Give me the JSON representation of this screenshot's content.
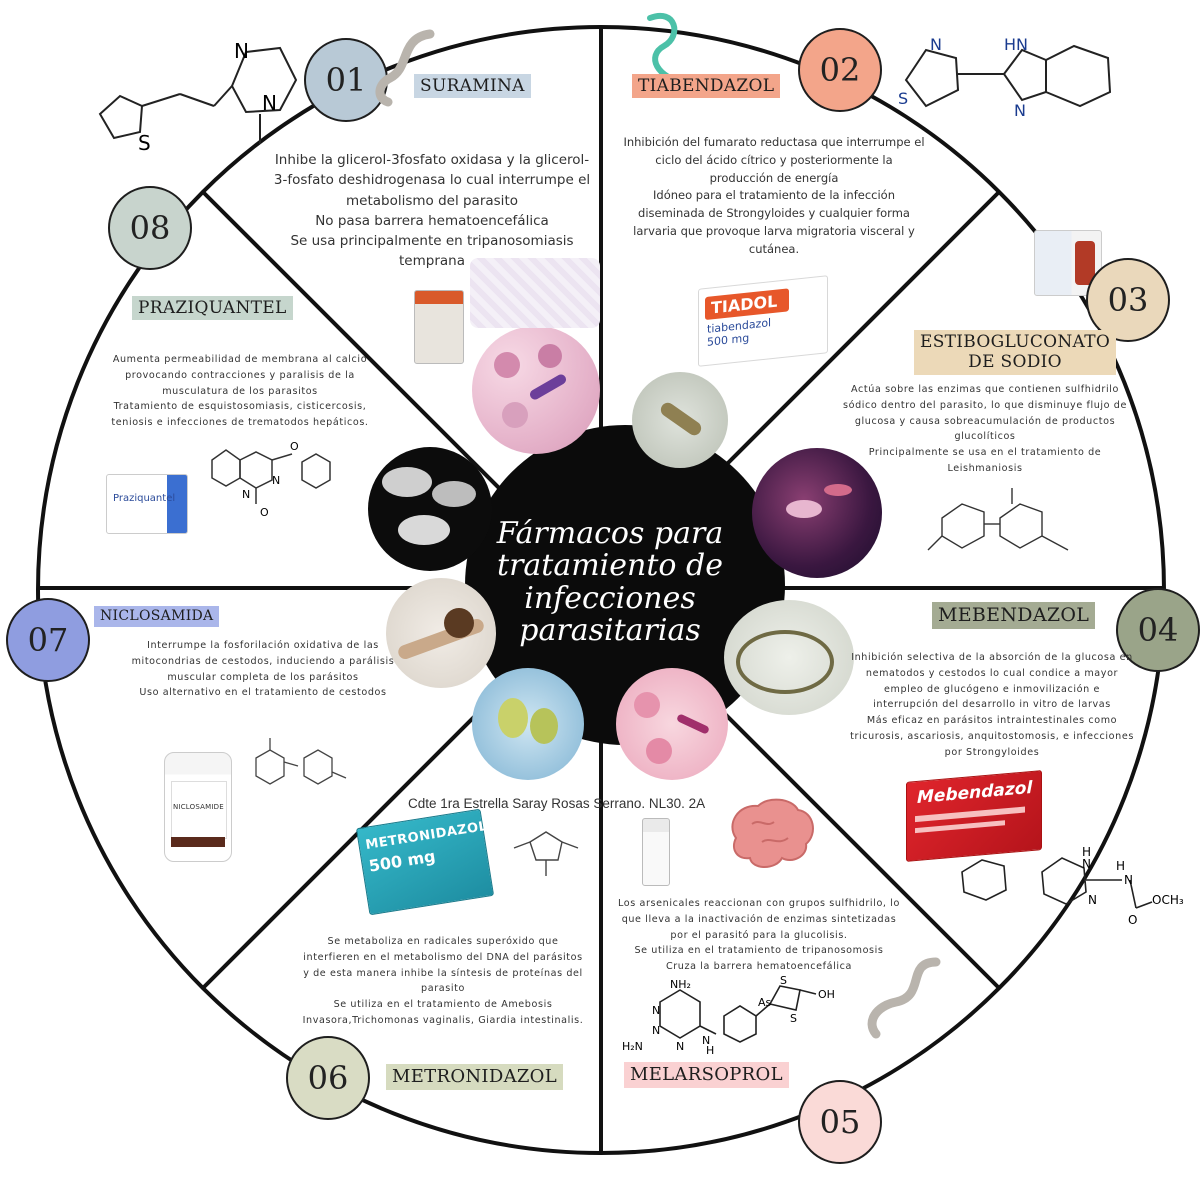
{
  "center": {
    "title_lines": [
      "Fármacos para",
      "tratamiento de",
      "infecciones",
      "parasitarias"
    ]
  },
  "author": "Cdte 1ra Estrella Saray Rosas Serrano. NL30. 2A",
  "colors": {
    "s01": "#b8c9d6",
    "s02": "#f3a58a",
    "s03": "#ead8bb",
    "s04": "#9aa489",
    "s05": "#fadad7",
    "s06": "#d9dcc4",
    "s07": "#8f9de0",
    "s08": "#c8d4cd",
    "lbl_suramina": "#c8d6e3",
    "lbl_tiabendazol": "#f3a58a",
    "lbl_estibo": "#ecd9b8",
    "lbl_mebendazol": "#a4ab93",
    "lbl_melarsoprol": "#fad1d2",
    "lbl_metronidazol": "#d6dbbf",
    "lbl_niclosamida": "#aab6ea",
    "lbl_praziquantel": "#c6d6cd"
  },
  "sections": {
    "s01": {
      "number": "01",
      "label": "SURAMINA",
      "lines": [
        "Inhibe la glicerol-3fosfato oxidasa y la glicerol-",
        "3-fosfato deshidrogenasa lo cual interrumpe el",
        "metabolismo del parasito",
        "No pasa barrera hematoencefálica",
        "Se usa principalmente en tripanosomiasis",
        "temprana"
      ],
      "structure_atoms": [
        "N",
        "N",
        "S"
      ]
    },
    "s02": {
      "number": "02",
      "label": "TIABENDAZOL",
      "lines": [
        "Inhibición del fumarato reductasa que interrumpe el",
        "ciclo del ácido cítrico y posteriormente la",
        "producción de energía",
        "Idóneo para el tratamiento de la infección",
        "diseminada de Strongyloides y cualquier forma",
        "larvaria que provoque larva migratoria visceral y",
        "cutánea."
      ],
      "package_text": [
        "TIADOL",
        "tiabendazol",
        "500 mg"
      ],
      "structure_atoms": [
        "N",
        "S",
        "HN",
        "N"
      ]
    },
    "s03": {
      "number": "03",
      "label_lines": [
        "ESTIBOGLUCONATO",
        "DE SODIO"
      ],
      "lines": [
        "Actúa sobre las enzimas que contienen sulfhidrilo",
        "sódico dentro del parasito, lo que disminuye flujo de",
        "glucosa y causa sobreacumulación de productos",
        "glucolíticos",
        "Principalmente se usa en el tratamiento de",
        "Leishmaniosis"
      ]
    },
    "s04": {
      "number": "04",
      "label": "MEBENDAZOL",
      "lines": [
        "Inhibición selectiva de la absorción de la glucosa en",
        "nematodos y cestodos lo cual condice a mayor",
        "empleo de glucógeno e inmovilización e",
        "interrupción del desarrollo in vitro de larvas",
        "Más eficaz en parásitos intraintestinales como",
        "tricurosis, ascariosis, anquitostomosis, e infecciones",
        "por Strongyloides"
      ],
      "package_text": [
        "Mebendazol"
      ],
      "structure_atoms": [
        "H",
        "N",
        "N",
        "H",
        "N",
        "OCH₃",
        "O"
      ]
    },
    "s05": {
      "number": "05",
      "label": "MELARSOPROL",
      "lines": [
        "Los arsenicales reaccionan con grupos sulfhidrilo, lo",
        "que lleva a la inactivación de enzimas sintetizadas",
        "por el parasitó para la glucolisis.",
        "Se utiliza en el tratamiento de tripanosomosis",
        "Cruza la barrera hematoencefálica"
      ],
      "structure_atoms": [
        "NH₂",
        "N",
        "N",
        "N",
        "H₂N",
        "N",
        "H",
        "S",
        "As",
        "S",
        "OH"
      ]
    },
    "s06": {
      "number": "06",
      "label": "METRONIDAZOL",
      "lines": [
        "Se metaboliza en radicales superóxido que",
        "interfieren en el metabolismo del DNA del parásitos",
        "y de esta manera inhibe la síntesis de proteínas del",
        "parasito",
        "Se utiliza en el tratamiento de Amebosis",
        "Invasora,Trichomonas vaginalis,  Giardia intestinalis."
      ],
      "package_text": [
        "METRONIDAZOL",
        "500 mg"
      ]
    },
    "s07": {
      "number": "07",
      "label": "NICLOSAMIDA",
      "lines": [
        "Interrumpe la fosforilación oxidativa de las",
        "mitocondrias de cestodos, induciendo a parálisis",
        "muscular completa de los parásitos",
        "Uso alternativo en el tratamiento de cestodos"
      ],
      "package_text": [
        "NICLOSAMIDE"
      ]
    },
    "s08": {
      "number": "08",
      "label": "PRAZIQUANTEL",
      "lines": [
        "Aumenta permeabilidad de membrana al calcio",
        "provocando contracciones y paralisis de la",
        "musculatura de los parasitos",
        "Tratamiento de esquistosomiasis, cisticercosis,",
        "teniosis e infecciones de trematodos hepáticos."
      ],
      "package_text": [
        "Praziquantel"
      ],
      "structure_atoms": [
        "N",
        "N",
        "O",
        "O"
      ]
    }
  }
}
